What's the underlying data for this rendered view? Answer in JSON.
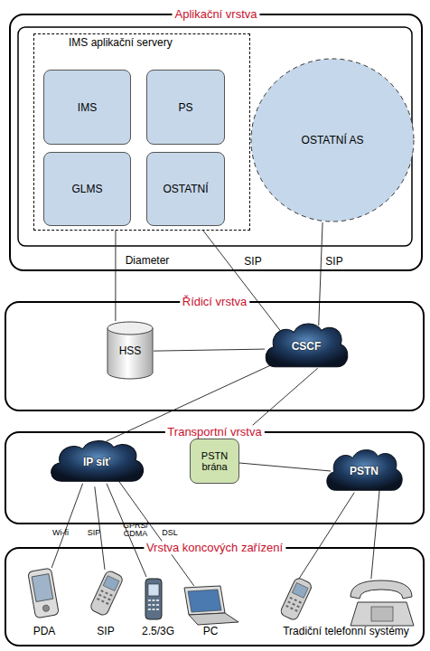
{
  "diagram": {
    "nodes": [
      {
        "text": [
          "Aplikační vrstva"
        ]
      },
      {
        "text": [
          "IMS aplikační servery"
        ],
        "in": 0
      },
      {
        "text": [
          "IMS"
        ],
        "in": 1
      },
      {
        "text": [
          "PS"
        ],
        "in": 1
      },
      {
        "text": [
          "GLMS"
        ],
        "in": 1
      },
      {
        "text": [
          "OSTATNÍ"
        ],
        "in": 1
      },
      {
        "text": [
          "OSTATNÍ AS"
        ],
        "in": 0
      },
      {
        "text": [
          "Řídicí vrstva"
        ]
      },
      {
        "text": [
          "HSS"
        ],
        "in": 7
      },
      {
        "text": [
          "CSCF"
        ],
        "in": 7
      },
      {
        "text": [
          "Transportní vrstva"
        ]
      },
      {
        "text": [
          "IP síť"
        ],
        "in": 10
      },
      {
        "text": [
          "PSTN brána"
        ],
        "in": 10
      },
      {
        "text": [
          "PSTN"
        ],
        "in": 10
      },
      {
        "text": [
          "Vrstva koncových zařízení"
        ]
      },
      {
        "text": [
          "PDA"
        ],
        "in": 14
      },
      {
        "text": [
          "SIP"
        ],
        "in": 14
      },
      {
        "text": [
          "2.5/3G"
        ],
        "in": 14
      },
      {
        "text": [
          "PC"
        ],
        "in": 14
      },
      {
        "text": [
          "Tradiční telefonní systémy"
        ],
        "in": 14
      }
    ],
    "edges": [
      {
        "from": 1,
        "to": 8,
        "arrow": "none",
        "label": "Diameter"
      },
      {
        "from": 1,
        "to": 9,
        "arrow": "none",
        "label": "SIP"
      },
      {
        "from": 6,
        "to": 9,
        "arrow": "none",
        "label": "SIP"
      },
      {
        "from": 8,
        "to": 9,
        "arrow": "none"
      },
      {
        "from": 9,
        "to": 11,
        "arrow": "none"
      },
      {
        "from": 9,
        "to": 12,
        "arrow": "none"
      },
      {
        "from": 12,
        "to": 13,
        "arrow": "none"
      },
      {
        "from": 11,
        "to": 15,
        "arrow": "none",
        "label": "Wi-fi"
      },
      {
        "from": 11,
        "to": 16,
        "arrow": "none",
        "label": "SIP"
      },
      {
        "from": 11,
        "to": 17,
        "arrow": "none",
        "label": "GPRS/ CDMA"
      },
      {
        "from": 11,
        "to": 18,
        "arrow": "none",
        "label": "DSL"
      },
      {
        "from": 13,
        "to": 19,
        "arrow": "none"
      },
      {
        "from": 13,
        "to": 19,
        "arrow": "none"
      }
    ]
  }
}
